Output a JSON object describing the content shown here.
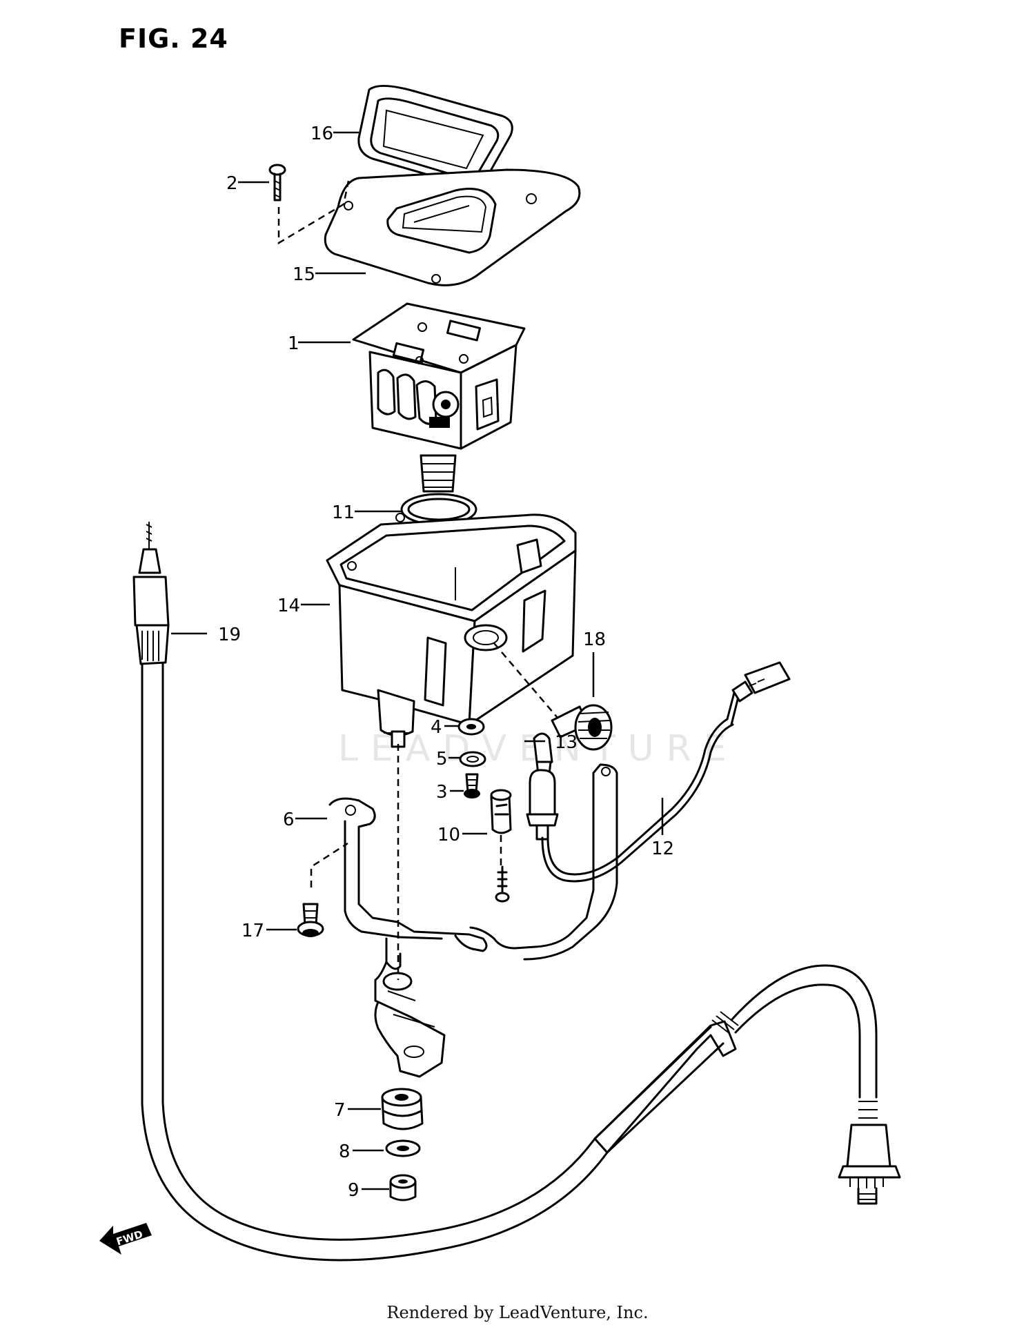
{
  "figure_title": "FIG. 24",
  "footer": "Rendered by LeadVenture, Inc.",
  "watermark": "LEADVENTURE",
  "fwd_label": "FWD",
  "callouts": [
    {
      "id": "16",
      "label": "16"
    },
    {
      "id": "2",
      "label": "2"
    },
    {
      "id": "15",
      "label": "15"
    },
    {
      "id": "1",
      "label": "1"
    },
    {
      "id": "11",
      "label": "11"
    },
    {
      "id": "14",
      "label": "14"
    },
    {
      "id": "19",
      "label": "19"
    },
    {
      "id": "18",
      "label": "18"
    },
    {
      "id": "4",
      "label": "4"
    },
    {
      "id": "13",
      "label": "13"
    },
    {
      "id": "5",
      "label": "5"
    },
    {
      "id": "3",
      "label": "3"
    },
    {
      "id": "6",
      "label": "6"
    },
    {
      "id": "10",
      "label": "10"
    },
    {
      "id": "12",
      "label": "12"
    },
    {
      "id": "17",
      "label": "17"
    },
    {
      "id": "7",
      "label": "7"
    },
    {
      "id": "8",
      "label": "8"
    },
    {
      "id": "9",
      "label": "9"
    }
  ]
}
